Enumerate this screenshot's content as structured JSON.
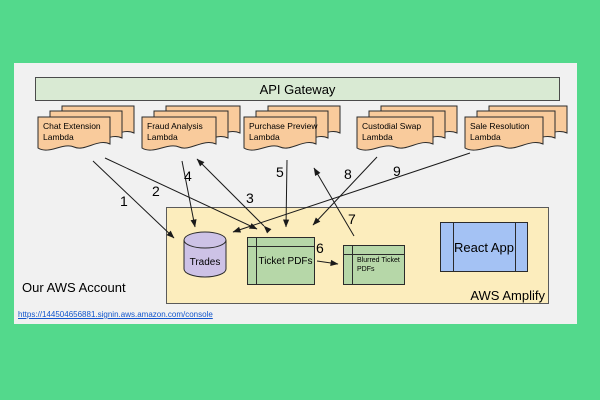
{
  "api_gateway": {
    "label": "API Gateway"
  },
  "lambdas": [
    {
      "label": "Chat Extension Lambda"
    },
    {
      "label": "Fraud Analysis Lambda"
    },
    {
      "label": "Purchase Preview Lambda"
    },
    {
      "label": "Custodial Swap Lambda"
    },
    {
      "label": "Sale Resolution Lambda"
    }
  ],
  "amplify": {
    "label": "AWS Amplify",
    "trades_label": "Trades",
    "ticket_pdfs_label": "Ticket PDFs",
    "blurred_ticket_pdfs_label": "Blurred Ticket PDFs",
    "react_app_label": "React App"
  },
  "aws_account": {
    "label": "Our AWS Account",
    "console_url": "https://144504656881.signin.aws.amazon.com/console"
  },
  "flow_numbers": [
    "1",
    "2",
    "3",
    "4",
    "5",
    "6",
    "7",
    "8",
    "9"
  ],
  "colors": {
    "background_green": "#53d98c",
    "canvas_gray": "#f1f1f1",
    "api_gateway_fill": "#d9ead3",
    "lambda_fill": "#f9cb9c",
    "amplify_fill": "#fcedbd",
    "storage_green_fill": "#b6d7a8",
    "trades_purple_fill": "#cdc2e6",
    "react_blue_fill": "#a4c2f4",
    "link_blue": "#1155cc"
  }
}
